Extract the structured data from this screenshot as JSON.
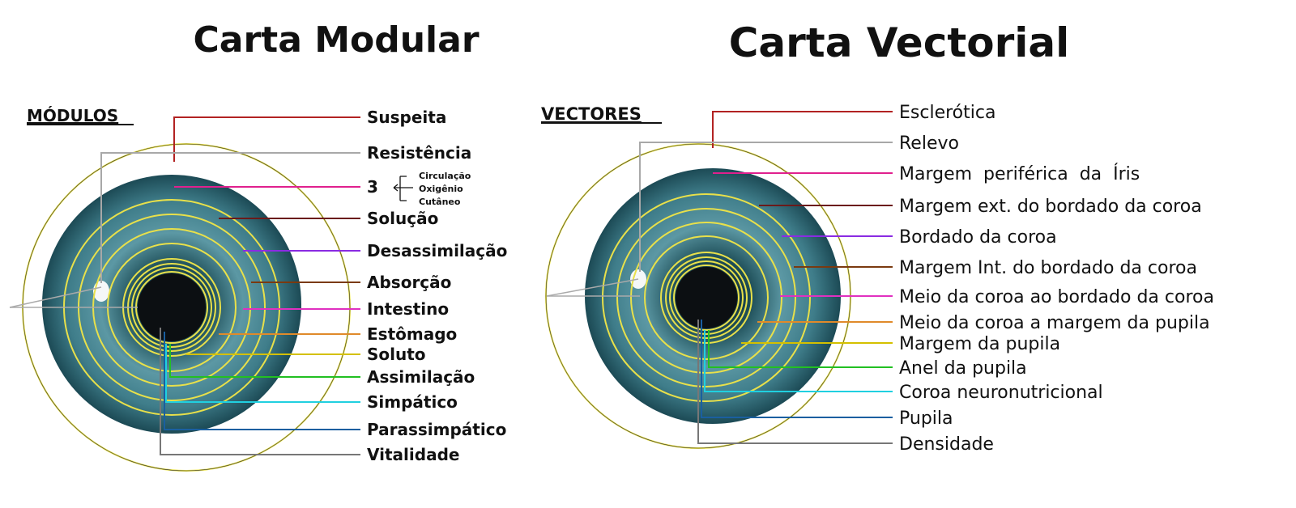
{
  "titles": {
    "left": "Carta Modular",
    "right": "Carta Vectorial"
  },
  "headings": {
    "left": "MÓDULOS",
    "right": "VECTORES"
  },
  "left_labels": [
    {
      "text": "Suspeita",
      "color": "#b22222"
    },
    {
      "text": "Resistência",
      "color": "#a8a8a8"
    },
    {
      "text": "3",
      "color": "#e0208e"
    },
    {
      "text": "Solução",
      "color": "#6b1a1a"
    },
    {
      "text": "Desassimilação",
      "color": "#8a2be2"
    },
    {
      "text": "Absorção",
      "color": "#7a3a10"
    },
    {
      "text": "Intestino",
      "color": "#e030c0"
    },
    {
      "text": "Estômago",
      "color": "#e08a2a"
    },
    {
      "text": "Soluto",
      "color": "#d4c000"
    },
    {
      "text": "Assimilação",
      "color": "#22c022"
    },
    {
      "text": "Simpático",
      "color": "#20d0e0"
    },
    {
      "text": "Parassimpático",
      "color": "#1a5fa0"
    },
    {
      "text": "Vitalidade",
      "color": "#777777"
    }
  ],
  "three_sub": [
    "Circulação",
    "Oxigênio",
    "Cutâneo"
  ],
  "right_labels": [
    {
      "text": "Esclerótica",
      "color": "#b22222"
    },
    {
      "text": "Relevo",
      "color": "#a8a8a8"
    },
    {
      "text": "Margem  periférica  da  Íris",
      "color": "#e0208e"
    },
    {
      "text": "Margem ext. do bordado da coroa",
      "color": "#6b1a1a"
    },
    {
      "text": "Bordado da coroa",
      "color": "#8a2be2"
    },
    {
      "text": "Margem Int. do bordado da coroa",
      "color": "#7a3a10"
    },
    {
      "text": "Meio da coroa ao bordado da coroa",
      "color": "#e030c0"
    },
    {
      "text": "Meio da coroa a margem da pupila",
      "color": "#e08a2a"
    },
    {
      "text": "Margem da pupila",
      "color": "#d4c000"
    },
    {
      "text": "Anel da pupila",
      "color": "#22c022"
    },
    {
      "text": "Coroa neuronutricional",
      "color": "#20d0e0"
    },
    {
      "text": "Pupila",
      "color": "#1a5fa0"
    },
    {
      "text": "Densidade",
      "color": "#777777"
    }
  ],
  "colors": {
    "ring": "#e8e04a",
    "iris_dark": "#1f5a66",
    "iris_light": "#6fa6b0",
    "pupil": "#0c0f12"
  }
}
